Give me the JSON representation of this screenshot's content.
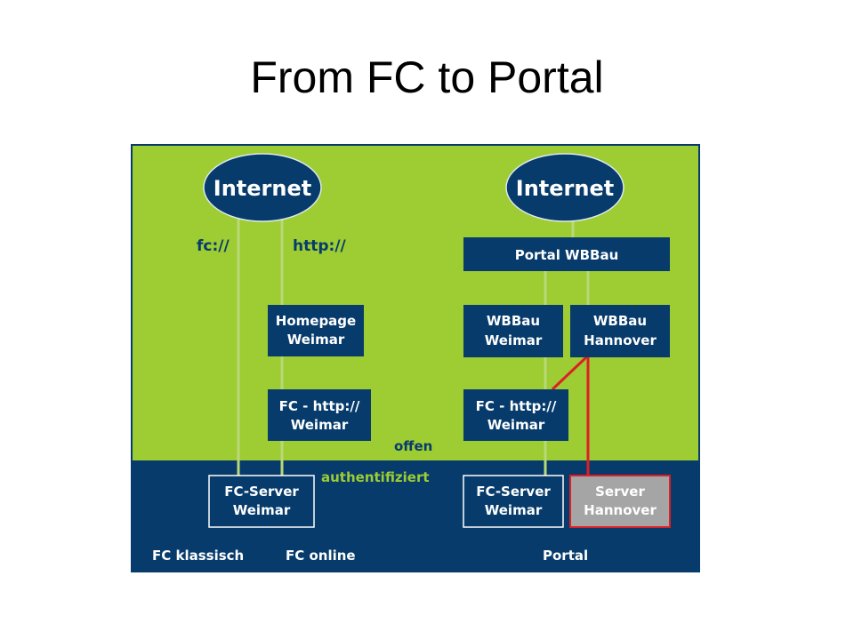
{
  "slide": {
    "title": "From FC to Portal"
  },
  "colors": {
    "green": "#9dcc33",
    "navy": "#063b6b",
    "link_green": "#b9d878",
    "link_red": "#dd1f26",
    "server_grey": "#a5a5a5",
    "white": "#ffffff"
  },
  "left": {
    "internet": "Internet",
    "protocol_fc": "fc://",
    "protocol_http": "http://",
    "homepage_line1": "Homepage",
    "homepage_line2": "Weimar",
    "fchttp_line1": "FC - http://",
    "fchttp_line2": "Weimar",
    "fcserver_line1": "FC-Server",
    "fcserver_line2": "Weimar",
    "label_classic": "FC klassisch",
    "label_online": "FC online"
  },
  "middle": {
    "offen": "offen",
    "authentifiziert": "authentifiziert"
  },
  "right": {
    "internet": "Internet",
    "portal": "Portal WBBau",
    "wbbau_weimar_line1": "WBBau",
    "wbbau_weimar_line2": "Weimar",
    "wbbau_hannover_line1": "WBBau",
    "wbbau_hannover_line2": "Hannover",
    "fchttp_line1": "FC - http://",
    "fchttp_line2": "Weimar",
    "fcserver_line1": "FC-Server",
    "fcserver_line2": "Weimar",
    "server_hannover_line1": "Server",
    "server_hannover_line2": "Hannover",
    "label_portal": "Portal"
  }
}
